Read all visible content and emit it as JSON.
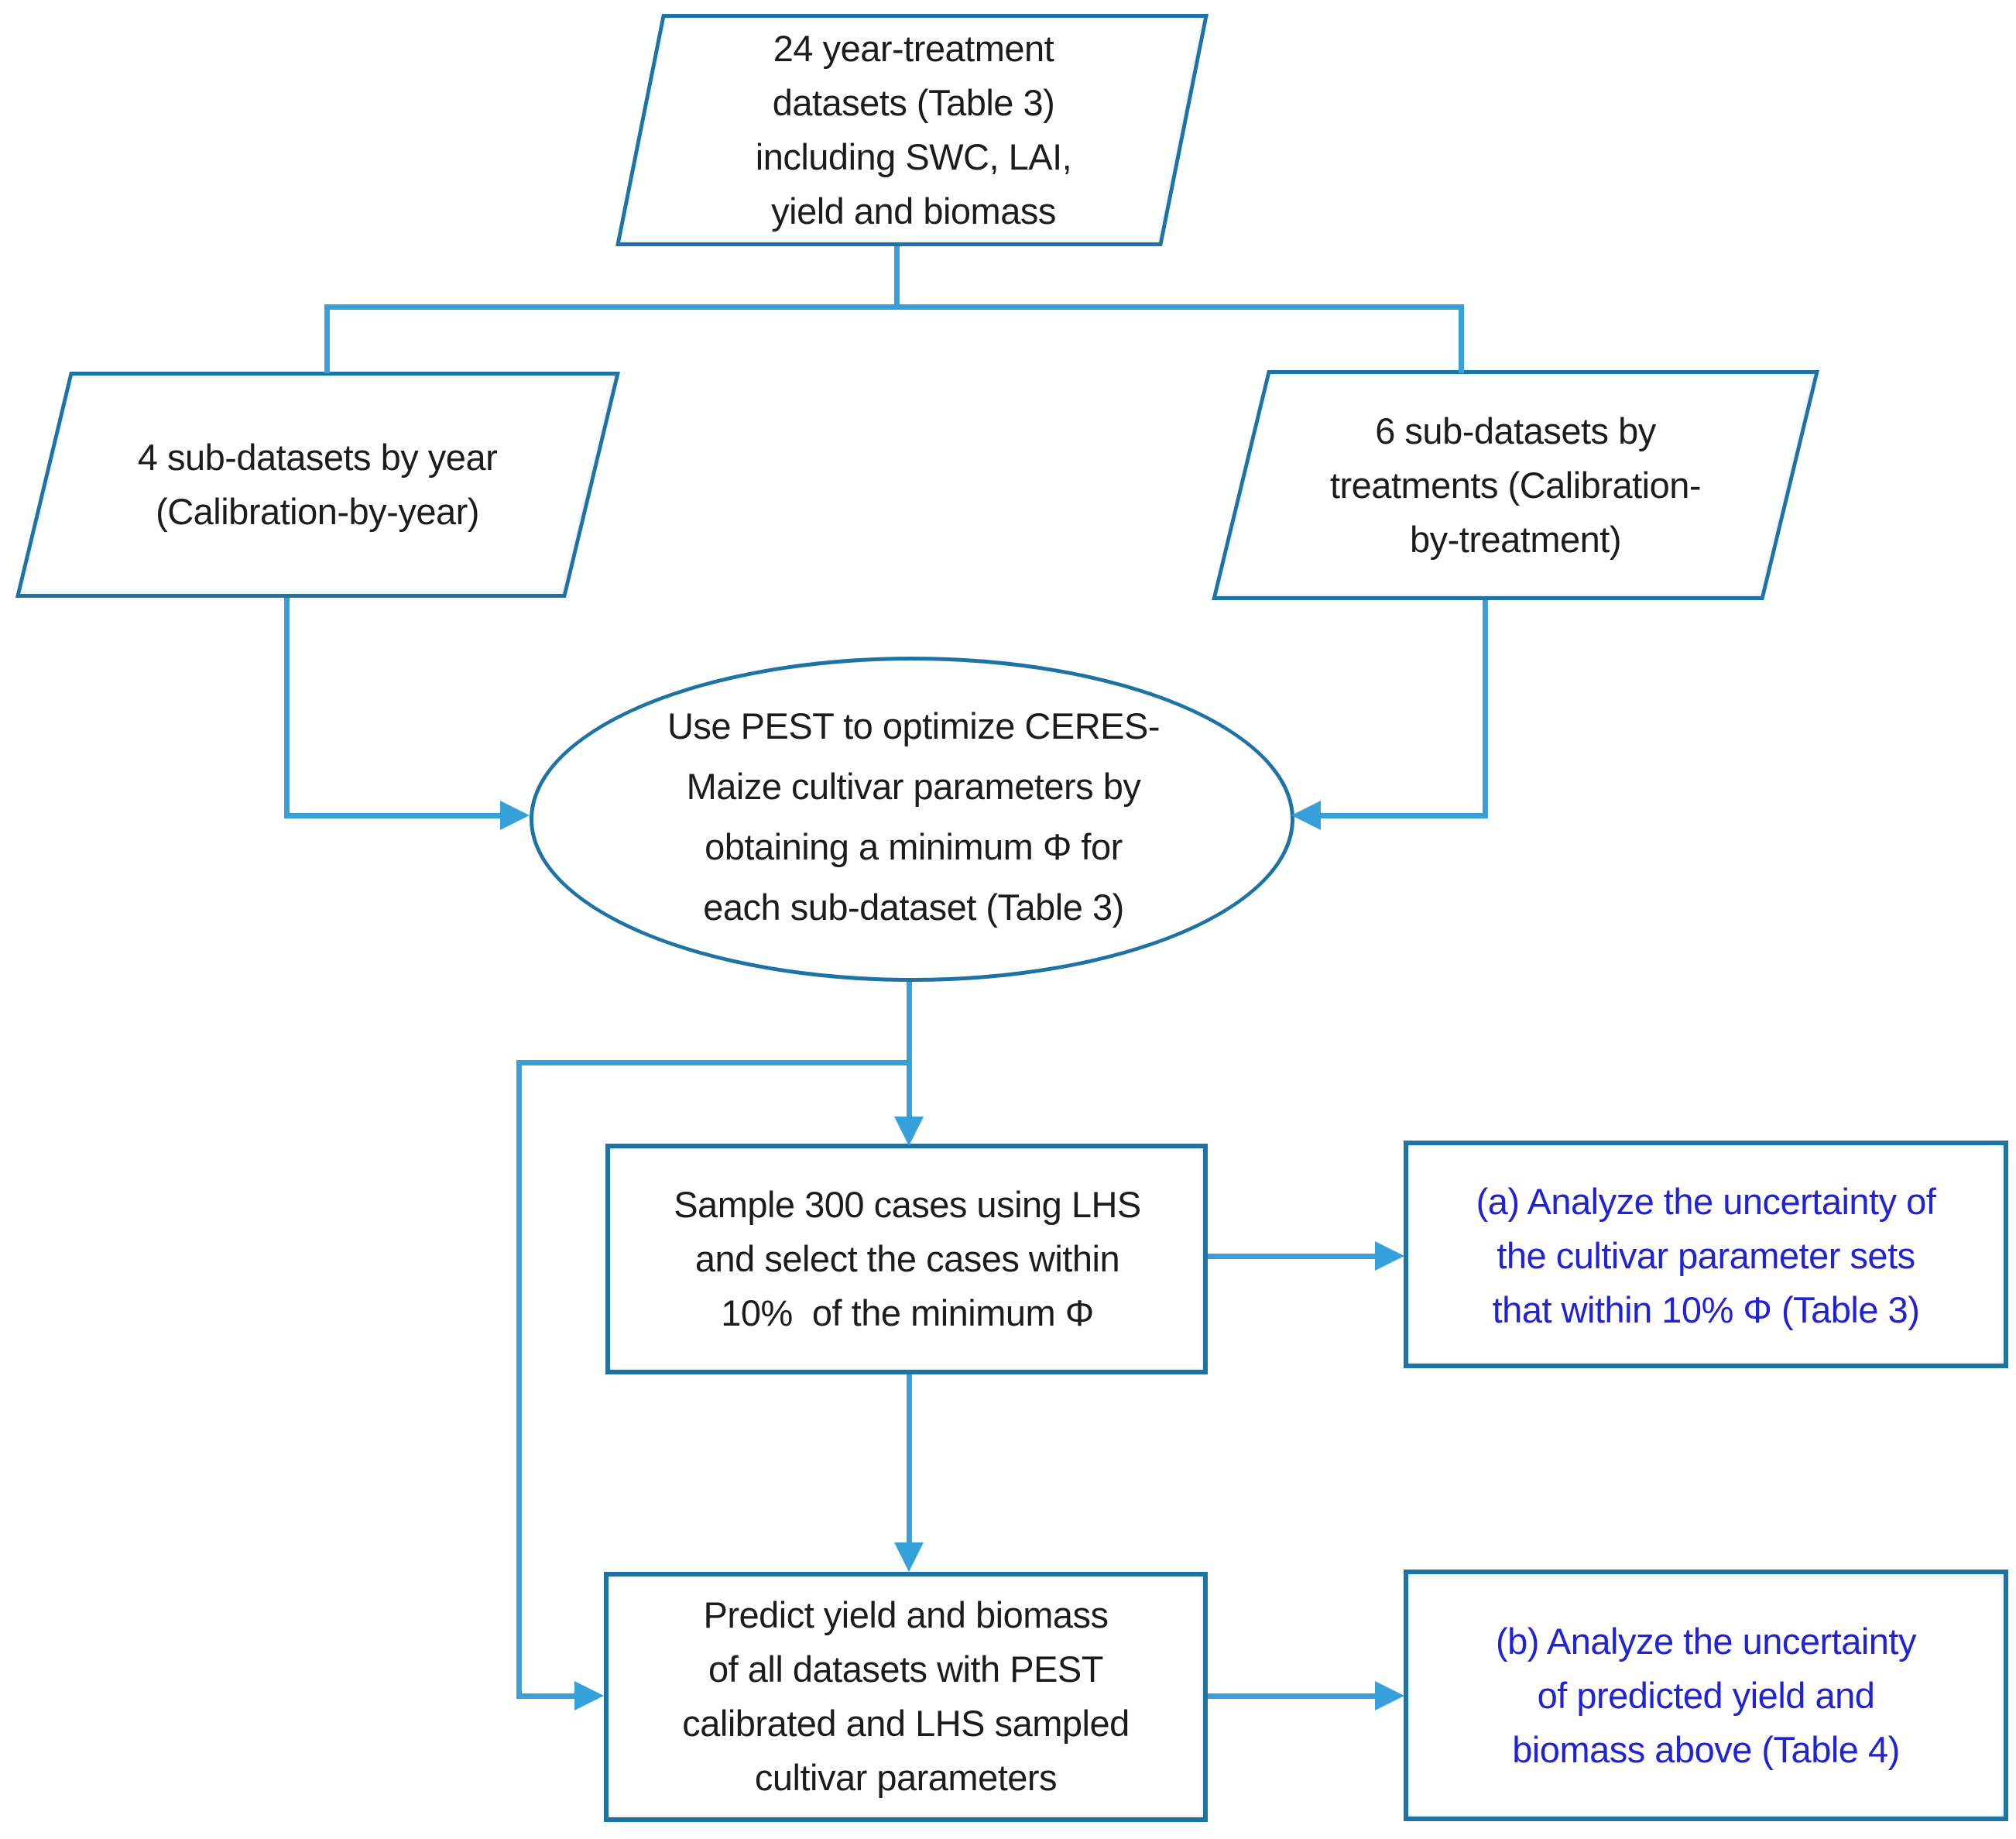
{
  "figure": {
    "type": "flowchart",
    "background": "#ffffff"
  },
  "palette": {
    "shape_border": "#1d73a4",
    "connector": "#36a0da",
    "text": "#1c1c1c",
    "accent_text": "#2121d8"
  },
  "nodes": {
    "datasets": {
      "shape": "parallelogram",
      "label": "24 year-treatment\ndatasets (Table 3)\nincluding SWC, LAI,\nyield and biomass"
    },
    "calibration_by_year": {
      "shape": "parallelogram",
      "label": "4 sub-datasets by year\n(Calibration-by-year)"
    },
    "calibration_by_treatment": {
      "shape": "parallelogram",
      "label": "6 sub-datasets by\ntreatments (Calibration-\nby-treatment)"
    },
    "pest_optimize": {
      "shape": "ellipse",
      "label": "Use PEST to optimize CERES-\nMaize cultivar parameters by\nobtaining a minimum Φ for\neach sub-dataset (Table 3)"
    },
    "lhs_sample": {
      "shape": "rect",
      "label": "Sample 300 cases using LHS\nand select the cases within\n10%  of the minimum Φ"
    },
    "uncertainty_parameters": {
      "shape": "rect",
      "label": "(a) Analyze the uncertainty of\nthe cultivar parameter sets\nthat within 10% Φ (Table 3)"
    },
    "predict_yield_biomass": {
      "shape": "rect",
      "label": "Predict yield and biomass\nof all datasets with PEST\ncalibrated and LHS sampled\ncultivar parameters"
    },
    "uncertainty_predictions": {
      "shape": "rect",
      "label": "(b) Analyze the uncertainty\nof predicted yield and\nbiomass above (Table 4)"
    }
  },
  "edges": [
    {
      "from": "datasets",
      "to": "calibration_by_year"
    },
    {
      "from": "datasets",
      "to": "calibration_by_treatment"
    },
    {
      "from": "calibration_by_year",
      "to": "pest_optimize"
    },
    {
      "from": "calibration_by_treatment",
      "to": "pest_optimize"
    },
    {
      "from": "pest_optimize",
      "to": "lhs_sample"
    },
    {
      "from": "pest_optimize",
      "to": "predict_yield_biomass"
    },
    {
      "from": "lhs_sample",
      "to": "uncertainty_parameters"
    },
    {
      "from": "lhs_sample",
      "to": "predict_yield_biomass"
    },
    {
      "from": "predict_yield_biomass",
      "to": "uncertainty_predictions"
    }
  ]
}
